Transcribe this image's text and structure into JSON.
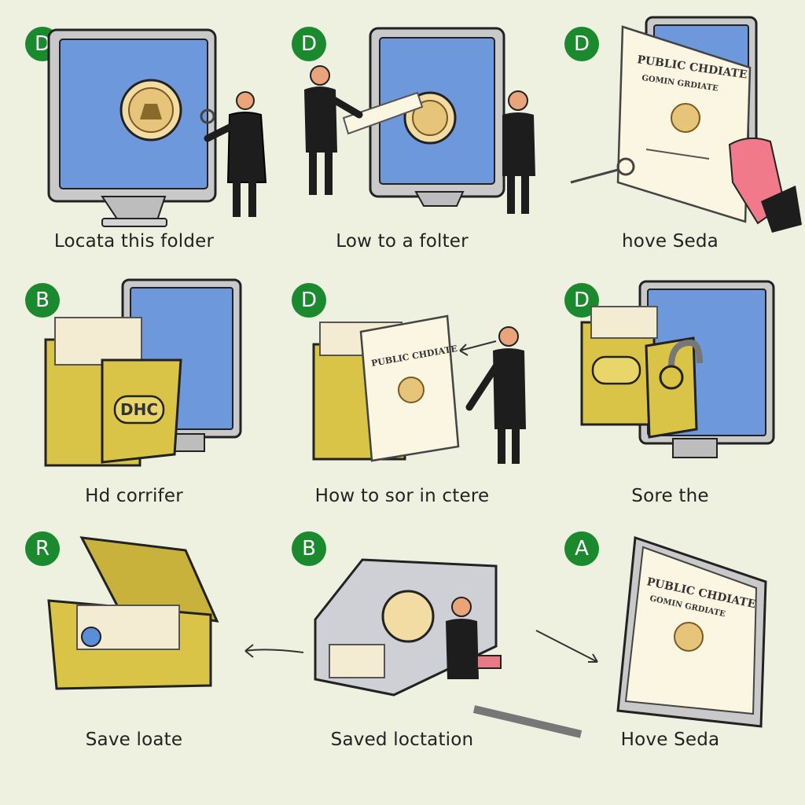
{
  "panels": [
    {
      "badge": "D",
      "caption": "Locata this folder"
    },
    {
      "badge": "D",
      "caption": "Low to a folter"
    },
    {
      "badge": "D",
      "caption": "hove Seda"
    },
    {
      "badge": "B",
      "caption": "Hd corrifer"
    },
    {
      "badge": "D",
      "caption": "How to sor in ctere"
    },
    {
      "badge": "D",
      "caption": "Sore the"
    },
    {
      "badge": "R",
      "caption": "Save loate"
    },
    {
      "badge": "B",
      "caption": "Saved loctation"
    },
    {
      "badge": "A",
      "caption": "Hove Seda"
    }
  ],
  "doc_text": {
    "line1": "PUBLIC CHDIATE",
    "line2": "GOMIN GRDIATE",
    "folder_label": "DHC"
  },
  "colors": {
    "background": "#eef0e0",
    "badge": "#1b8a2e",
    "screen": "#6d98dc",
    "folder": "#d9c447",
    "paper": "#fbf6e2",
    "suit": "#1d1d1d",
    "skin": "#e9a47a"
  }
}
